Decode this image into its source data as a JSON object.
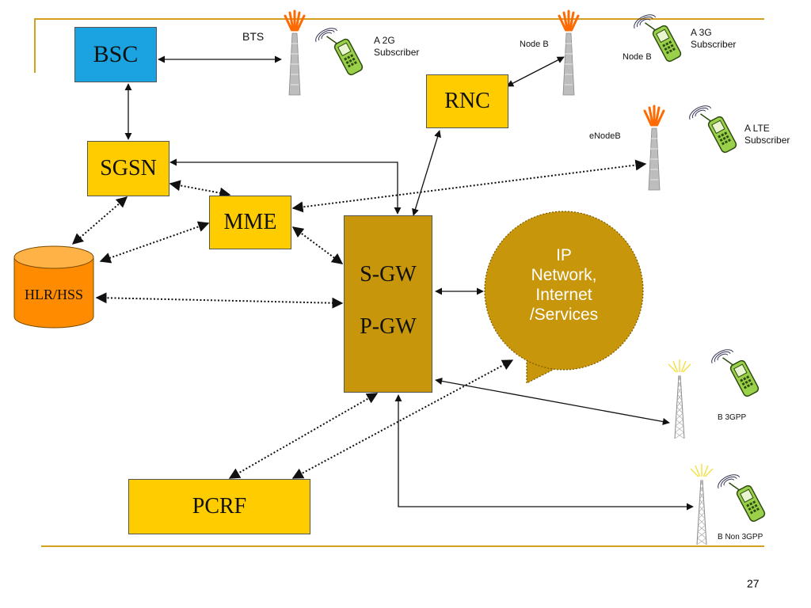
{
  "nodes": {
    "bsc": "BSC",
    "sgsn": "SGSN",
    "mme": "MME",
    "hlr": "HLR/HSS",
    "sgw": "S-GW",
    "pgw": "P-GW",
    "rnc": "RNC",
    "pcrf": "PCRF"
  },
  "cloud": [
    "IP",
    "Network,",
    "Internet",
    "/Services"
  ],
  "labels": {
    "bts": "BTS",
    "nodeb_top": "Node B",
    "nodeb_left": "Node B",
    "enodeb": "eNodeB",
    "sub_2g": [
      "A 2G",
      "Subscriber"
    ],
    "sub_3g": [
      "A 3G",
      "Subscriber"
    ],
    "sub_lte": [
      "A LTE",
      "Subscriber"
    ],
    "b_3gpp": "B 3GPP",
    "b_non3gpp": "B Non 3GPP"
  },
  "page_number": "27",
  "colors": {
    "yellow": "#ffcc00",
    "blue": "#1aa3e0",
    "gateway": "#c8960a",
    "cloud": "#c8960a",
    "hss": "#ff8c00",
    "rule": "#d4a020"
  }
}
